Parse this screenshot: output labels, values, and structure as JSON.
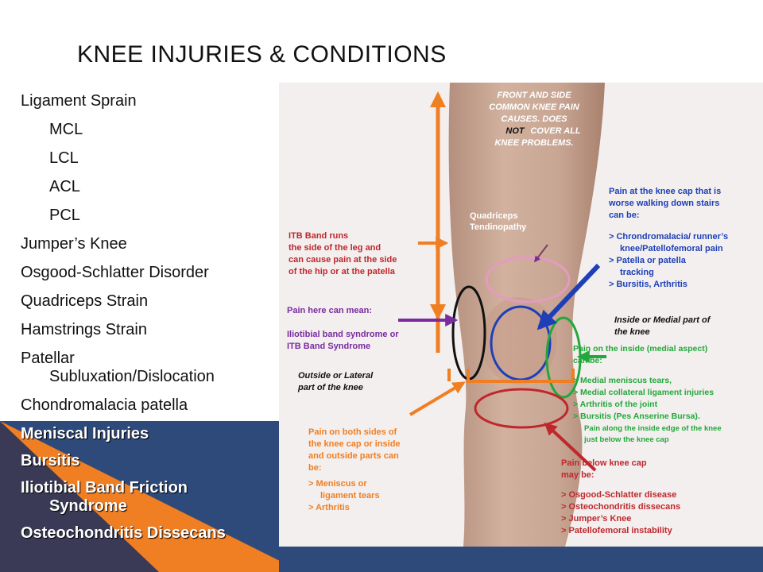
{
  "slide": {
    "title": "KNEE INJURIES & CONDITIONS",
    "items": [
      "Ligament Sprain",
      "MCL",
      "LCL",
      "ACL",
      "PCL",
      "Jumper’s Knee",
      "Osgood-Schlatter Disorder",
      "Quadriceps Strain",
      "Hamstrings Strain"
    ],
    "patellar_l1": "Patellar",
    "patellar_l2": "Subluxation/Dislocation",
    "chondromalacia": "Chondromalacia patella",
    "highlighted": {
      "meniscal": "Meniscal Injuries",
      "bursitis": "Bursitis",
      "itb_l1": "Iliotibial Band Friction",
      "itb_l2": "Syndrome",
      "osteochondritis": "Osteochondritis Dissecans"
    },
    "colors": {
      "navy": "#2e4a7a",
      "dark_navy": "#3a3a57",
      "orange": "#f07e22",
      "red": "#c0272d",
      "blue": "#1e3fb8",
      "purple": "#7a2ba0",
      "green": "#22a83a"
    }
  },
  "diagram": {
    "header": [
      "FRONT AND SIDE",
      "COMMON KNEE PAIN",
      "CAUSES. DOES",
      "NOT",
      "COVER ALL",
      "KNEE PROBLEMS."
    ],
    "quadriceps": [
      "Quadriceps",
      "Tendinopathy"
    ],
    "itb_runs": [
      "ITB Band runs",
      "the side of the leg and",
      "can cause pain at the side",
      "of the hip or at the patella"
    ],
    "pain_here": [
      "Pain here can mean:",
      "Iliotibial band syndrome or",
      "ITB Band Syndrome"
    ],
    "outside": [
      "Outside or Lateral",
      "part of the knee"
    ],
    "both_sides": [
      "Pain on both sides of",
      "the knee cap or inside",
      "and outside parts can",
      "be:",
      "> Meniscus or",
      "ligament tears",
      "> Arthritis"
    ],
    "knee_cap": [
      "Pain at the knee cap that is",
      "worse walking down stairs",
      "can be:",
      "> Chrondromalacia/ runner’s",
      "knee/Patellofemoral pain",
      "> Patella or patella",
      "tracking",
      "> Bursitis, Arthritis"
    ],
    "inside": [
      "Inside or Medial part of",
      "the knee"
    ],
    "inside_pain": [
      "Pain on the inside (medial aspect)",
      "can be:",
      "> Medial meniscus tears,",
      "> Medial collateral ligament injuries",
      "> Arthritis of the joint",
      "> Bursitis (Pes Anserine Bursa).",
      "Pain along the inside edge of the knee",
      "just below the knee cap"
    ],
    "below": [
      "Pain below knee cap",
      "may be:",
      "> Osgood-Schlatter disease",
      "> Osteochondritis dissecans",
      "> Jumper’s Knee",
      "> Patellofemoral instability"
    ]
  }
}
